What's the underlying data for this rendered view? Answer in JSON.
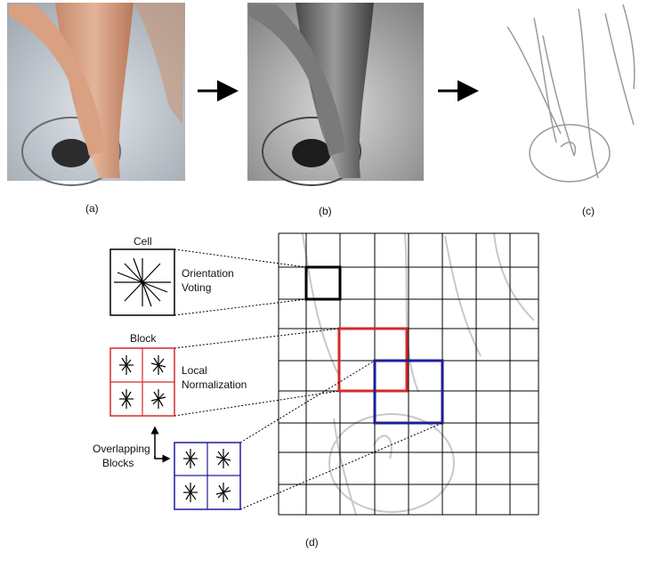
{
  "panels": {
    "a": "(a)",
    "b": "(b)",
    "c": "(c)",
    "d": "(d)"
  },
  "annotations": {
    "cell": "Cell",
    "orientation_line1": "Orientation",
    "orientation_line2": "Voting",
    "block": "Block",
    "local_line1": "Local",
    "local_line2": "Normalization",
    "overlap_line1": "Overlapping",
    "overlap_line2": "Blocks"
  },
  "colors": {
    "block_red": "#d42a2a",
    "block_blue": "#1d1d9a",
    "grid": "#000000"
  }
}
